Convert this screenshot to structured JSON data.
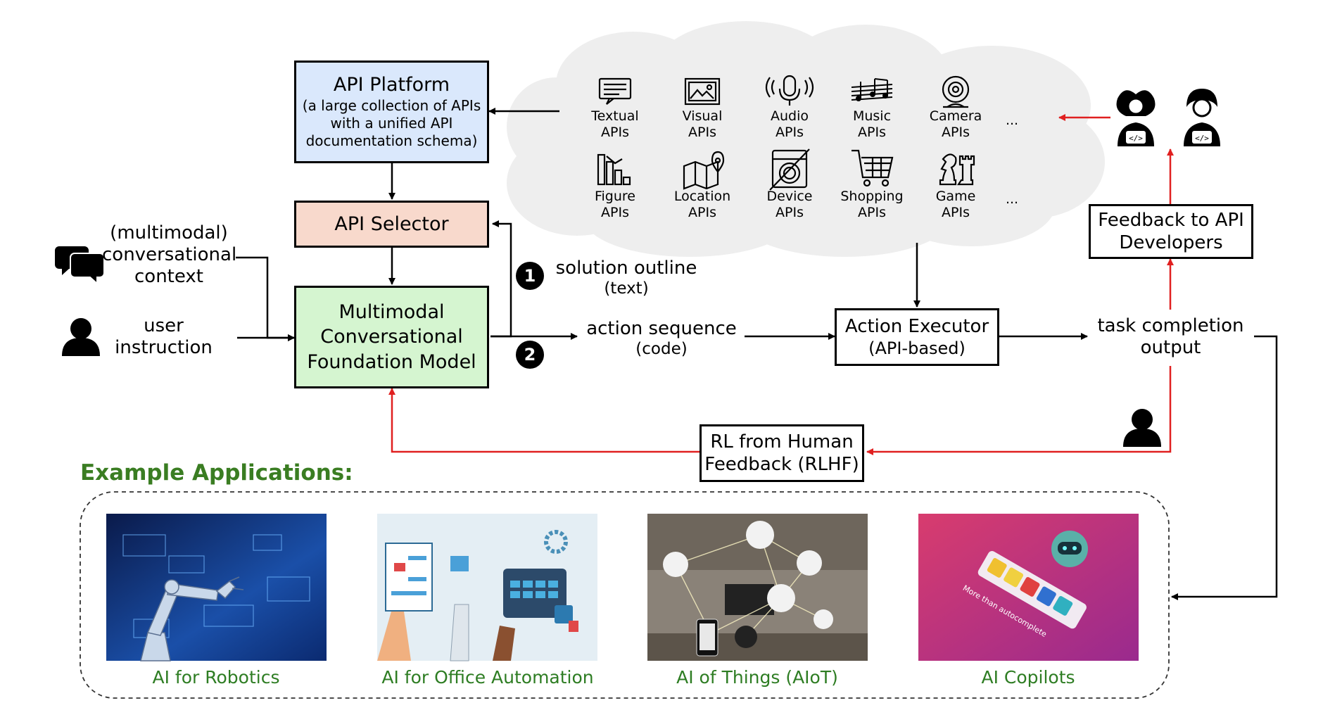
{
  "api_platform": {
    "title": "API Platform",
    "desc_1": "(a large collection of APIs",
    "desc_2": "with a unified API",
    "desc_3": "documentation schema)"
  },
  "api_selector": {
    "label": "API Selector"
  },
  "foundation_model": {
    "line_1": "Multimodal",
    "line_2": "Conversational",
    "line_3": "Foundation Model"
  },
  "inputs": {
    "context_1": "(multimodal)",
    "context_2": "conversational",
    "context_3": "context",
    "instruction_1": "user",
    "instruction_2": "instruction"
  },
  "outputs": {
    "step1": "1",
    "solution_1": "solution outline",
    "solution_2": "(text)",
    "step2": "2",
    "action_1": "action sequence",
    "action_2": "(code)"
  },
  "executor": {
    "line_1": "Action Executor",
    "line_2": "(API-based)"
  },
  "task_output": {
    "line_1": "task completion",
    "line_2": "output"
  },
  "feedback": {
    "line_1": "Feedback to API",
    "line_2": "Developers"
  },
  "rlhf": {
    "line_1": "RL from Human",
    "line_2": "Feedback (RLHF)"
  },
  "apis": {
    "row1": [
      {
        "name": "Textual",
        "suffix": "APIs",
        "icon": "document-icon"
      },
      {
        "name": "Visual",
        "suffix": "APIs",
        "icon": "image-icon"
      },
      {
        "name": "Audio",
        "suffix": "APIs",
        "icon": "microphone-icon"
      },
      {
        "name": "Music",
        "suffix": "APIs",
        "icon": "music-icon"
      },
      {
        "name": "Camera",
        "suffix": "APIs",
        "icon": "webcam-icon"
      }
    ],
    "row2": [
      {
        "name": "Figure",
        "suffix": "APIs",
        "icon": "chart-icon"
      },
      {
        "name": "Location",
        "suffix": "APIs",
        "icon": "map-icon"
      },
      {
        "name": "Device",
        "suffix": "APIs",
        "icon": "washing-machine-icon"
      },
      {
        "name": "Shopping",
        "suffix": "APIs",
        "icon": "cart-icon"
      },
      {
        "name": "Game",
        "suffix": "APIs",
        "icon": "chess-icon"
      }
    ],
    "ellipsis": "..."
  },
  "examples": {
    "heading": "Example Applications:",
    "items": [
      {
        "caption": "AI for Robotics",
        "icon": "robot-arm-image"
      },
      {
        "caption": "AI for Office Automation",
        "icon": "office-automation-image"
      },
      {
        "caption": "AI of Things (AIoT)",
        "icon": "smart-home-image"
      },
      {
        "caption": "AI Copilots",
        "icon": "copilot-image"
      }
    ],
    "copilot_text": "More than autocomplete"
  },
  "colors": {
    "platform_fill": "#dae8fc",
    "selector_fill": "#f8d9cc",
    "model_fill": "#d5f5d0",
    "feedback_arrow": "#e02020",
    "heading_green": "#3a7d22"
  }
}
